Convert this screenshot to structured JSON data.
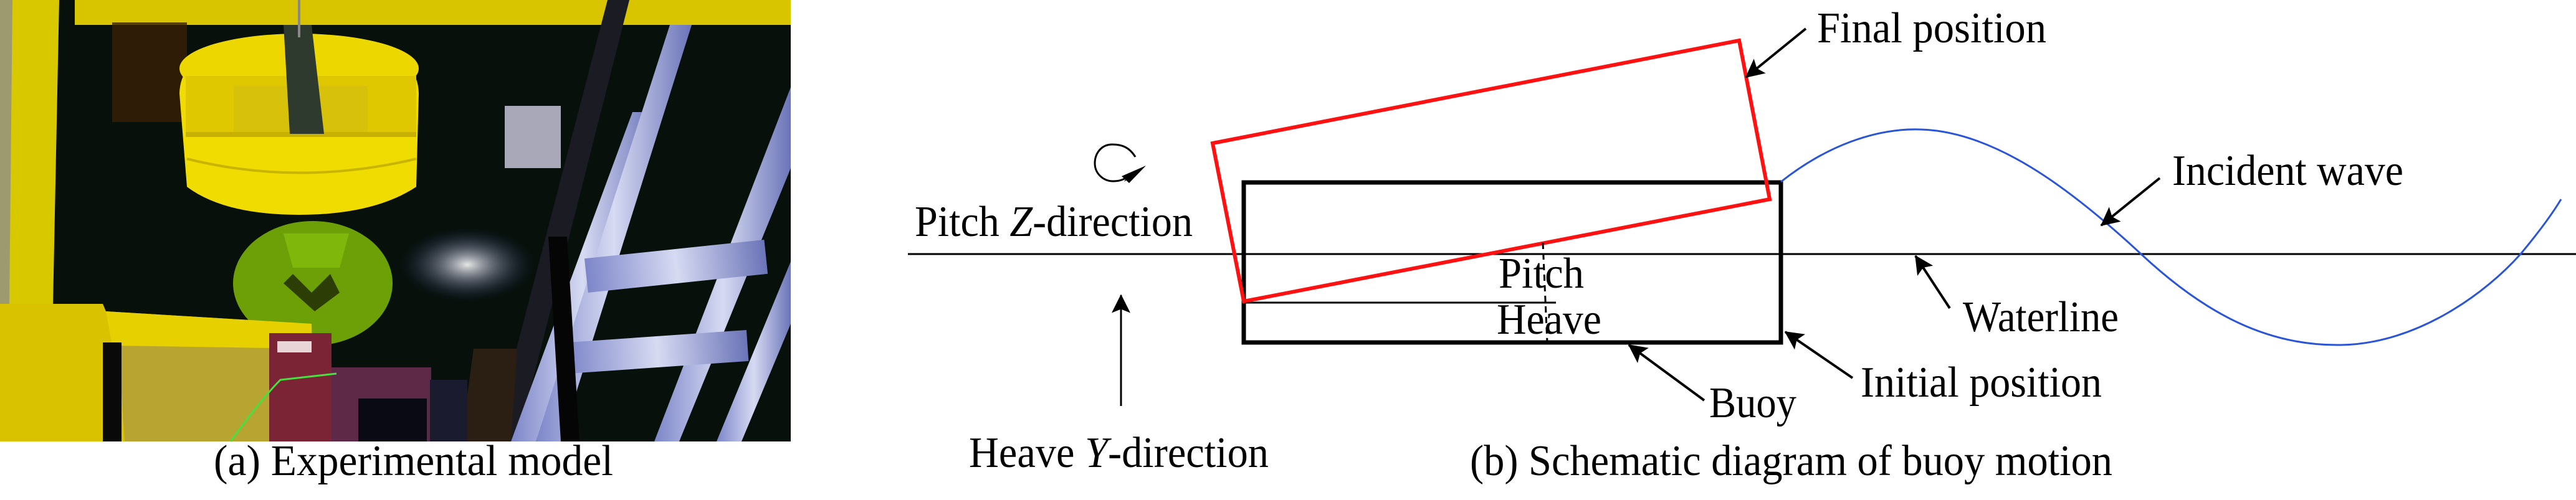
{
  "panel_a": {
    "caption": "(a) Experimental model",
    "photo_subject": "buoy-model-in-wave-tank"
  },
  "panel_b": {
    "caption": "(b) Schematic diagram of buoy motion",
    "labels": {
      "pitch_direction_prefix": "Pitch ",
      "pitch_direction_axis": "Z",
      "pitch_direction_suffix": "-direction",
      "heave_direction_prefix": "Heave ",
      "heave_direction_axis": "Y",
      "heave_direction_suffix": "-direction",
      "pitch": "Pitch",
      "heave": "Heave",
      "final_position": "Final position",
      "initial_position": "Initial position",
      "incident_wave": "Incident wave",
      "waterline": "Waterline",
      "buoy": "Buoy"
    },
    "colors": {
      "final_position": "#ff1111",
      "initial_position": "#000000",
      "incident_wave": "#2a55d8",
      "waterline": "#000000"
    },
    "icons": {
      "pitch_rotation": "rotation-arrow-icon",
      "heave_arrow": "arrow-up-icon"
    }
  }
}
